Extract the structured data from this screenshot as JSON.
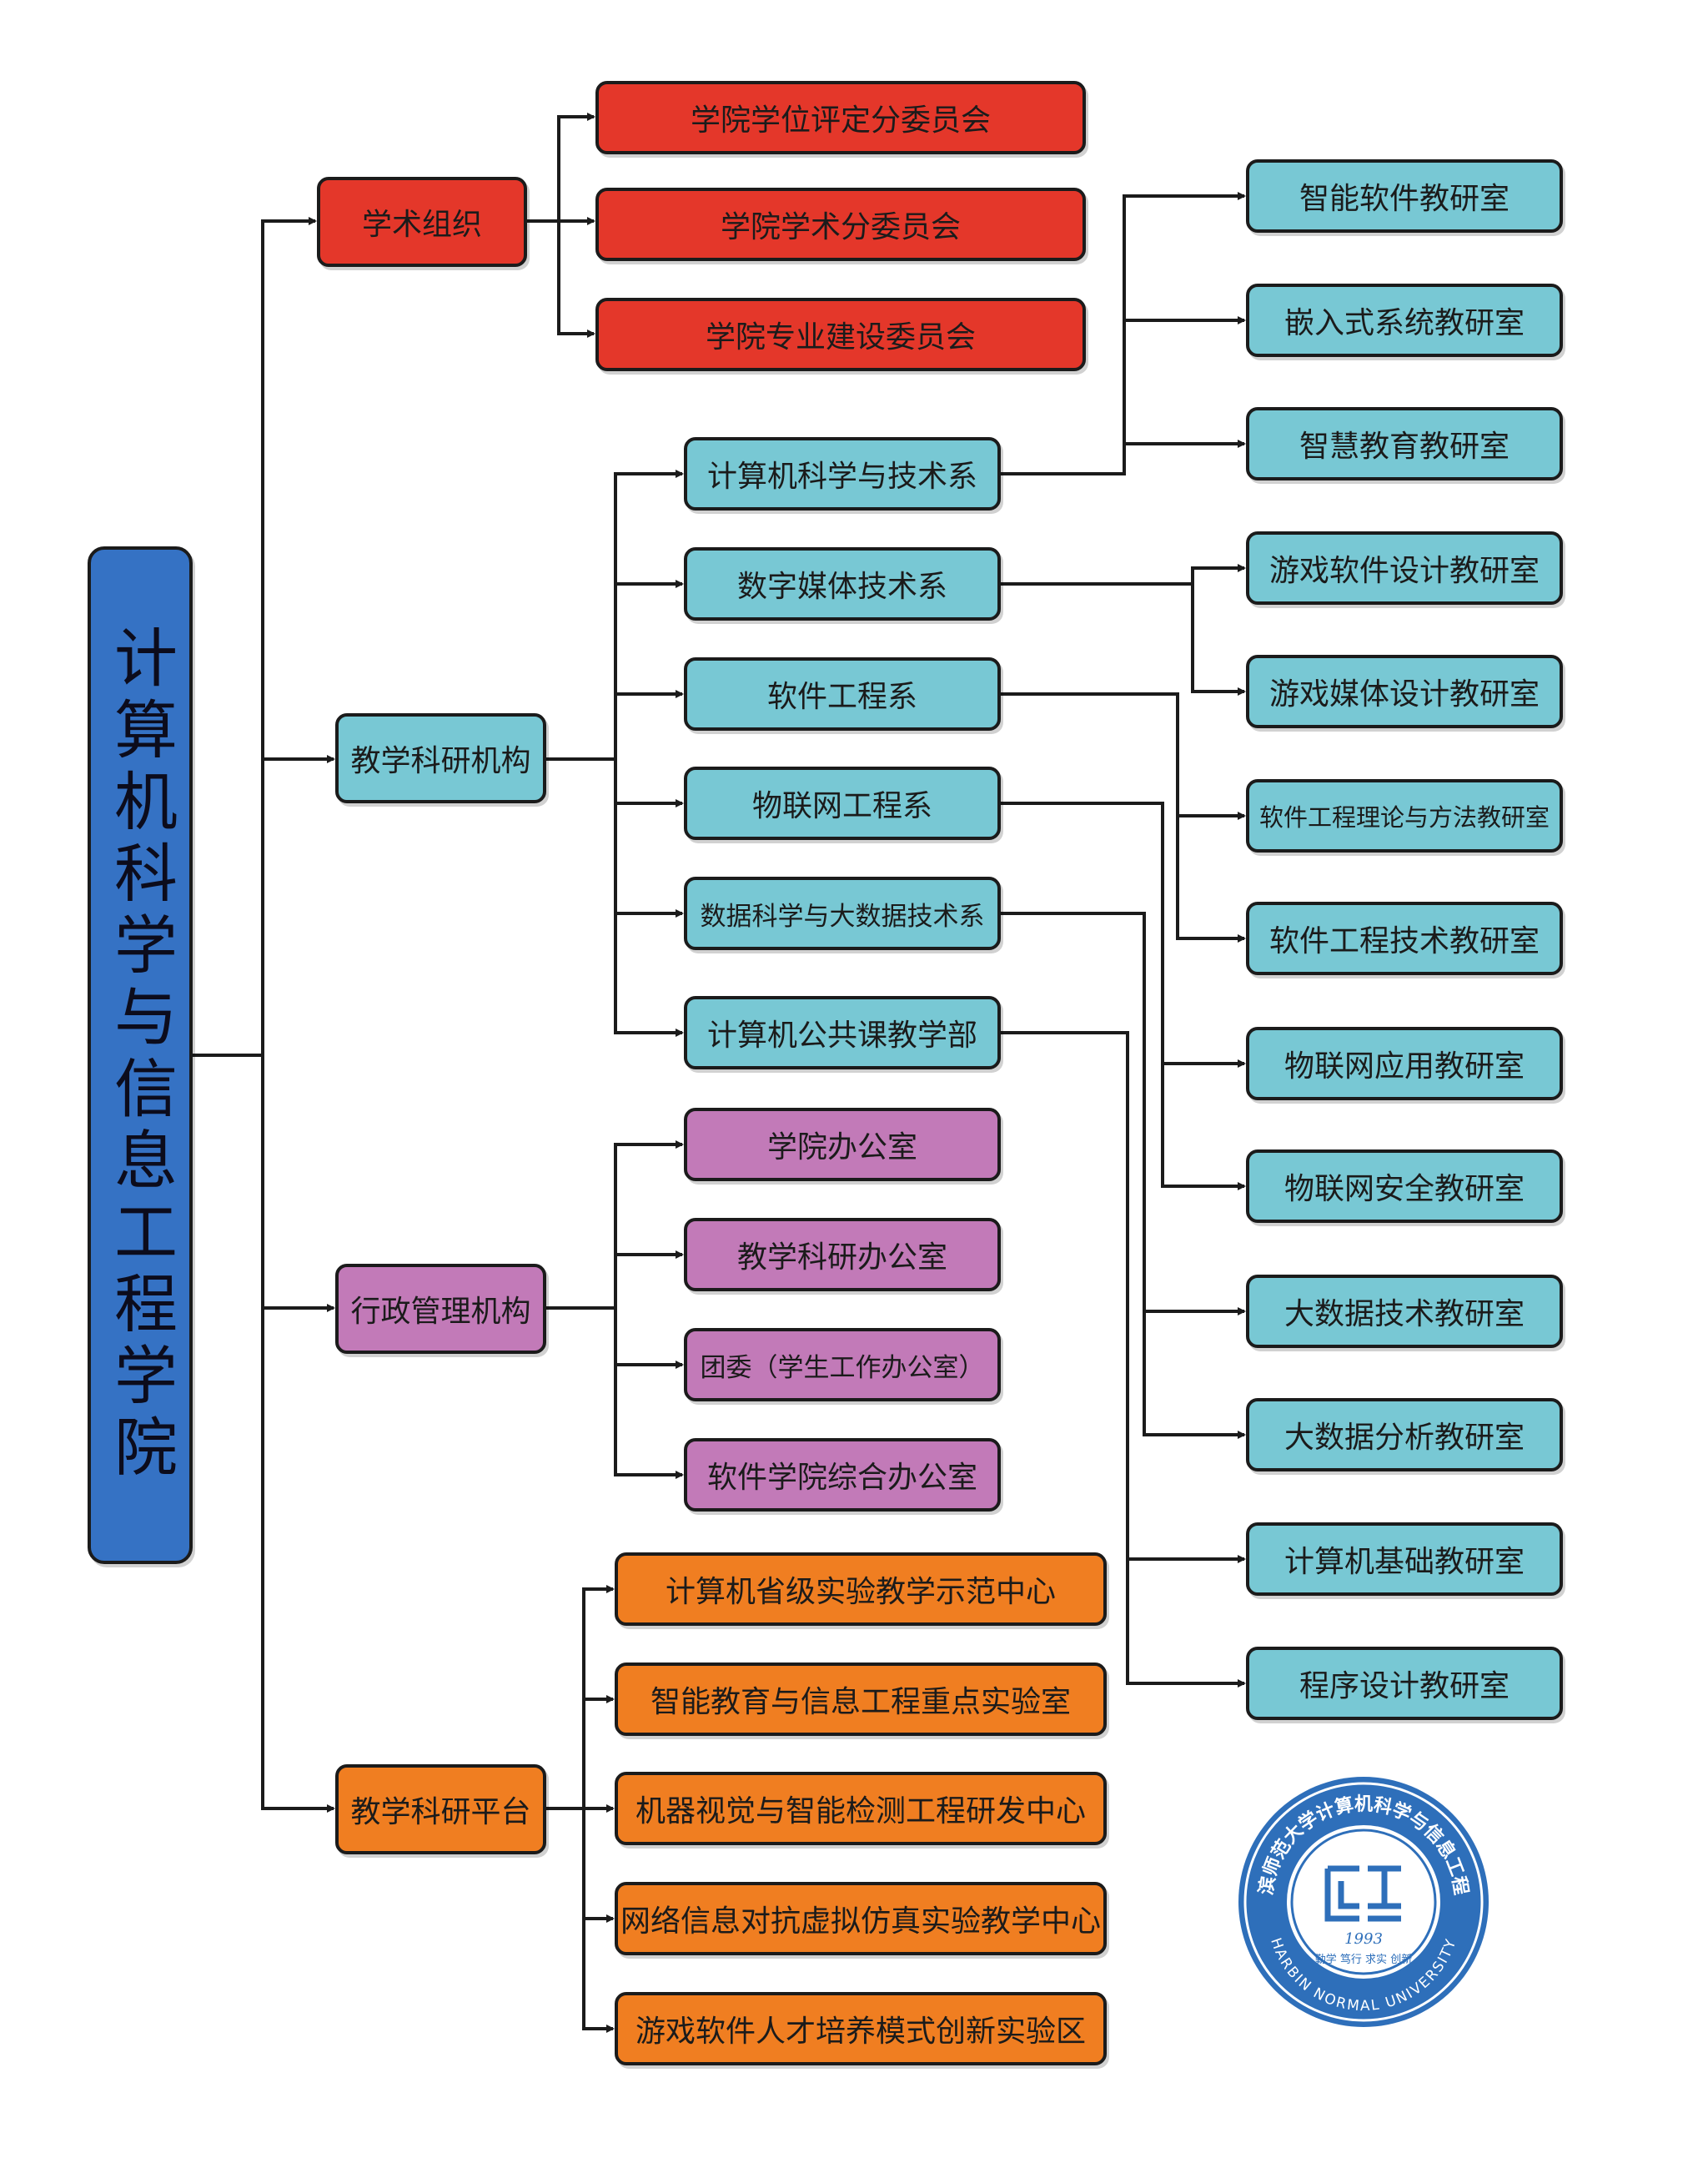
{
  "root": {
    "title": "计算机科学与信息工程学院"
  },
  "branches": [
    {
      "label": "学术组织",
      "color": "#e4372a",
      "children": [
        {
          "label": "学院学位评定分委员会"
        },
        {
          "label": "学院学术分委员会"
        },
        {
          "label": "学院专业建设委员会"
        }
      ]
    },
    {
      "label": "教学科研机构",
      "color": "#78c8d4",
      "children": [
        {
          "label": "计算机科学与技术系",
          "labs": [
            "智能软件教研室",
            "嵌入式系统教研室",
            "智慧教育教研室"
          ]
        },
        {
          "label": "数字媒体技术系",
          "labs": [
            "游戏软件设计教研室",
            "游戏媒体设计教研室"
          ]
        },
        {
          "label": "软件工程系",
          "labs": [
            "软件工程理论与方法教研室",
            "软件工程技术教研室"
          ]
        },
        {
          "label": "物联网工程系",
          "labs": [
            "物联网应用教研室",
            "物联网安全教研室"
          ]
        },
        {
          "label": "数据科学与大数据技术系",
          "labs": [
            "大数据技术教研室",
            "大数据分析教研室"
          ]
        },
        {
          "label": "计算机公共课教学部",
          "labs": [
            "计算机基础教研室",
            "程序设计教研室"
          ]
        }
      ]
    },
    {
      "label": "行政管理机构",
      "color": "#c27ab8",
      "children": [
        {
          "label": "学院办公室"
        },
        {
          "label": "教学科研办公室"
        },
        {
          "label": "团委（学生工作办公室）"
        },
        {
          "label": "软件学院综合办公室"
        }
      ]
    },
    {
      "label": "教学科研平台",
      "color": "#f07e21",
      "children": [
        {
          "label": "计算机省级实验教学示范中心"
        },
        {
          "label": "智能教育与信息工程重点实验室"
        },
        {
          "label": "机器视觉与智能检测工程研发中心"
        },
        {
          "label": "网络信息对抗虚拟仿真实验教学中心"
        },
        {
          "label": "游戏软件人才培养模式创新实验区"
        }
      ]
    }
  ],
  "logo": {
    "ring_text": "哈尔滨师范大学计算机科学与信息工程学院",
    "english": "HARBIN NORMAL UNIVERSITY",
    "year": "1993",
    "motto": "勤学 笃行 求实 创新",
    "color": "#2e6fba"
  }
}
